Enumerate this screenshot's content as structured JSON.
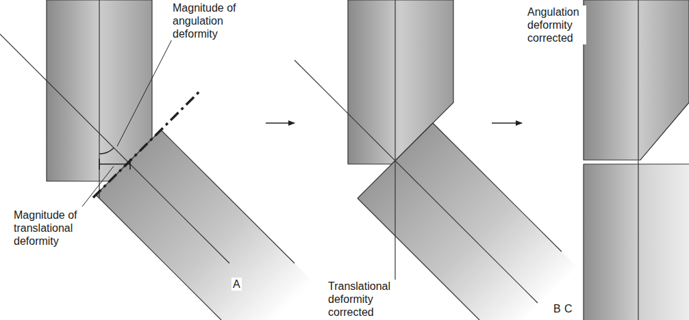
{
  "diagram": {
    "labels": [
      "Magnitude of angulation deformity",
      "Magnitude of translational deformity",
      "A",
      "Translational deformity corrected",
      "B",
      "Angulation deformity corrected",
      "C"
    ]
  }
}
